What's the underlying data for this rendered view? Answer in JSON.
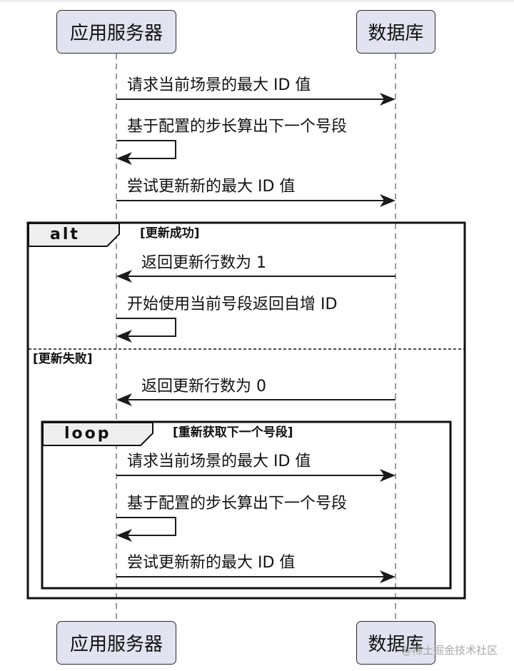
{
  "participants": [
    {
      "id": "app",
      "label": "应用服务器"
    },
    {
      "id": "db",
      "label": "数据库"
    }
  ],
  "messages": [
    {
      "from": "app",
      "to": "db",
      "label": "请求当前场景的最大 ID 值",
      "type": "sync"
    },
    {
      "from": "app",
      "to": "app",
      "label": "基于配置的步长算出下一个号段",
      "type": "self"
    },
    {
      "from": "app",
      "to": "db",
      "label": "尝试更新新的最大 ID 值",
      "type": "sync"
    }
  ],
  "alt": {
    "keyword": "alt",
    "branches": [
      {
        "guard": "[更新成功]",
        "messages": [
          {
            "from": "db",
            "to": "app",
            "label": "返回更新行数为 1",
            "type": "sync"
          },
          {
            "from": "app",
            "to": "app",
            "label": "开始使用当前号段返回自增 ID",
            "type": "self"
          }
        ]
      },
      {
        "guard": "[更新失败]",
        "messages": [
          {
            "from": "db",
            "to": "app",
            "label": "返回更新行数为 0",
            "type": "sync"
          }
        ],
        "loop": {
          "keyword": "loop",
          "guard": "[重新获取下一个号段]",
          "messages": [
            {
              "from": "app",
              "to": "db",
              "label": "请求当前场景的最大 ID 值",
              "type": "sync"
            },
            {
              "from": "app",
              "to": "app",
              "label": "基于配置的步长算出下一个号段",
              "type": "self"
            },
            {
              "from": "app",
              "to": "db",
              "label": "尝试更新新的最大 ID 值",
              "type": "sync"
            }
          ]
        }
      }
    ]
  },
  "watermark": "@稀土掘金技术社区",
  "colors": {
    "participant_fill": "#e2e2f0",
    "frame_label_fill": "#eeeeee",
    "line": "#1a1a1a",
    "lifeline": "#7a7a7a"
  }
}
